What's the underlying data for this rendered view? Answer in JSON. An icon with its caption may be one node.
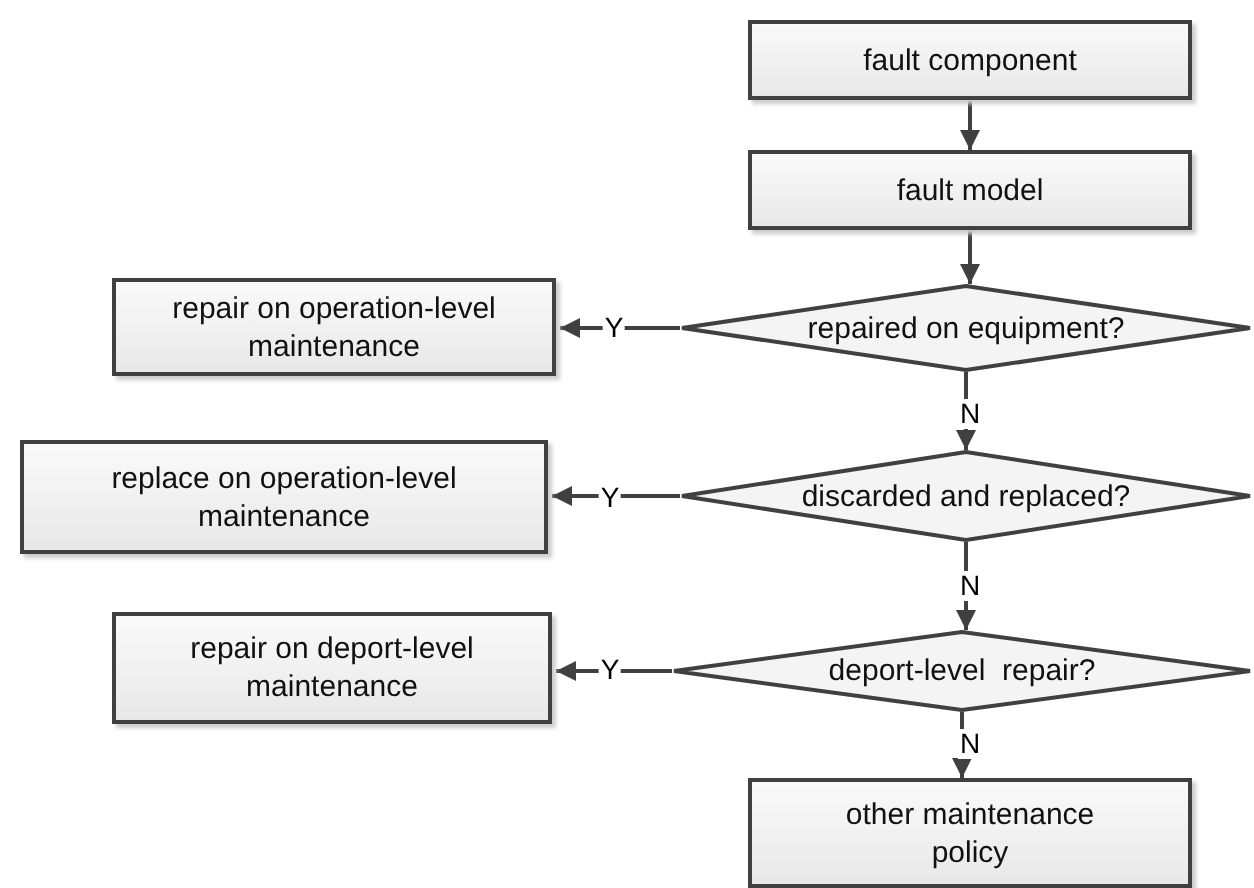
{
  "diagram": {
    "nodes": [
      {
        "text": [
          "fault component"
        ]
      },
      {
        "text": [
          "fault model"
        ]
      },
      {
        "text": [
          "repaired on equipment?"
        ]
      },
      {
        "text": [
          "repair on operation-level maintenance"
        ]
      },
      {
        "text": [
          "discarded and replaced?"
        ]
      },
      {
        "text": [
          "replace on operation-level maintenance"
        ]
      },
      {
        "text": [
          "deport-level  repair?"
        ]
      },
      {
        "text": [
          "repair on deport-level maintenance"
        ]
      },
      {
        "text": [
          "other maintenance policy"
        ]
      }
    ],
    "edges": [
      {
        "from": 0,
        "to": 1,
        "arrow": "to"
      },
      {
        "from": 1,
        "to": 2,
        "arrow": "to"
      },
      {
        "from": 2,
        "to": 3,
        "arrow": "to",
        "label": "Y"
      },
      {
        "from": 2,
        "to": 4,
        "arrow": "to",
        "label": "N"
      },
      {
        "from": 4,
        "to": 5,
        "arrow": "to",
        "label": "Y"
      },
      {
        "from": 4,
        "to": 6,
        "arrow": "to",
        "label": "N"
      },
      {
        "from": 6,
        "to": 7,
        "arrow": "to",
        "label": "Y"
      },
      {
        "from": 6,
        "to": 8,
        "arrow": "to",
        "label": "N"
      }
    ]
  }
}
